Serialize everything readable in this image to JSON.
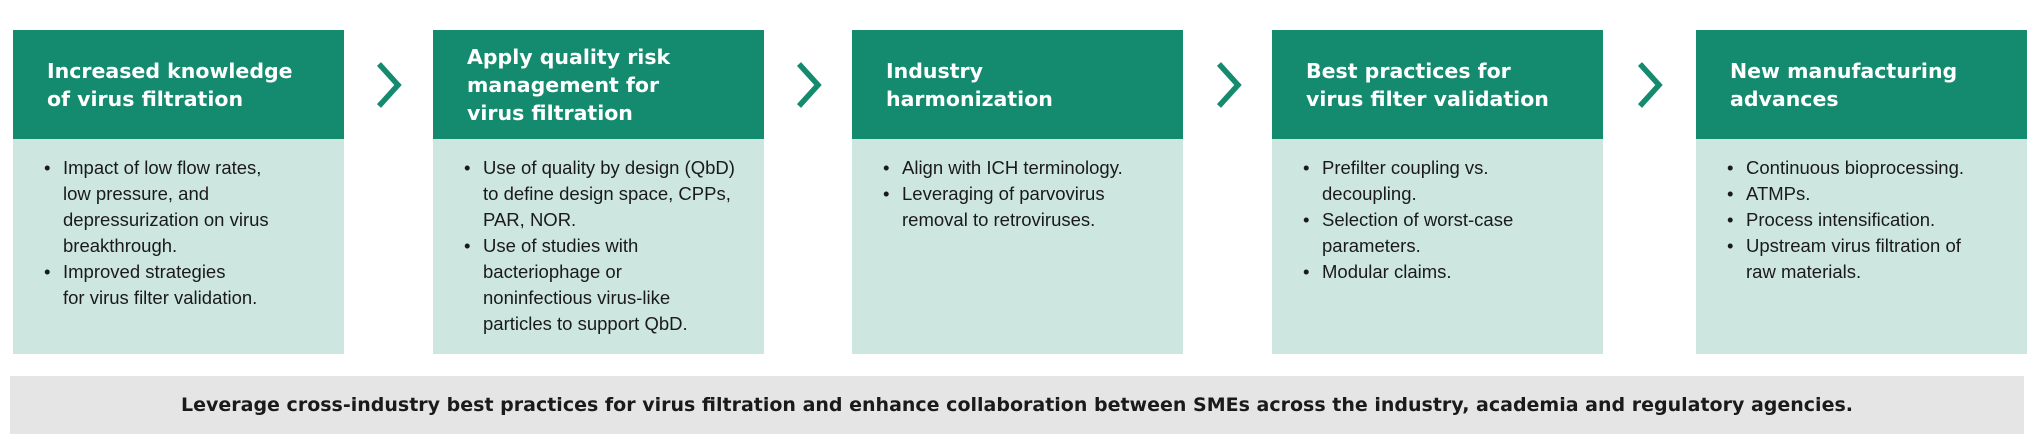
{
  "colors": {
    "header": "#148a6e",
    "body": "#cde6df",
    "chevron": "#148a6e",
    "banner": "#e5e5e5"
  },
  "columns": [
    {
      "title": "Increased knowledge\nof virus filtration",
      "bullets": [
        "Impact of low flow rates,\nlow pressure, and\ndepressurization on virus\nbreakthrough.",
        "Improved strategies\nfor virus filter validation."
      ]
    },
    {
      "title": "Apply quality risk\nmanagement for\nvirus filtration",
      "bullets": [
        "Use of quality by design (QbD)\nto define design space, CPPs,\nPAR, NOR.",
        "Use of studies with\nbacteriophage or\nnoninfectious virus-like\nparticles to support QbD."
      ]
    },
    {
      "title": "Industry\nharmonization",
      "bullets": [
        "Align with ICH terminology.",
        "Leveraging of parvovirus\nremoval to retroviruses."
      ]
    },
    {
      "title": "Best practices for\nvirus filter validation",
      "bullets": [
        "Prefilter coupling vs.\ndecoupling.",
        "Selection of worst-case\nparameters.",
        "Modular claims."
      ]
    },
    {
      "title": "New manufacturing\nadvances",
      "bullets": [
        "Continuous bioprocessing.",
        "ATMPs.",
        "Process intensification.",
        "Upstream virus filtration of\nraw materials."
      ]
    }
  ],
  "chevron_icon": "chevron-right-icon",
  "banner": {
    "text": "Leverage cross-industry best practices for virus filtration and enhance collaboration between SMEs across the industry, academia and regulatory agencies."
  }
}
